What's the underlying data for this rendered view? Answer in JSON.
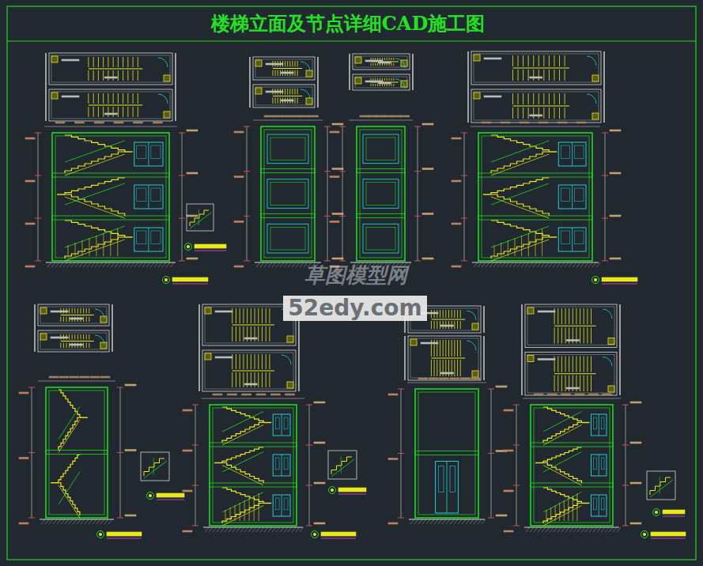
{
  "diagram": {
    "title": "楼梯立面及节点详细CAD施工图",
    "labels": [
      "草图模型网",
      "52edy.com"
    ]
  }
}
